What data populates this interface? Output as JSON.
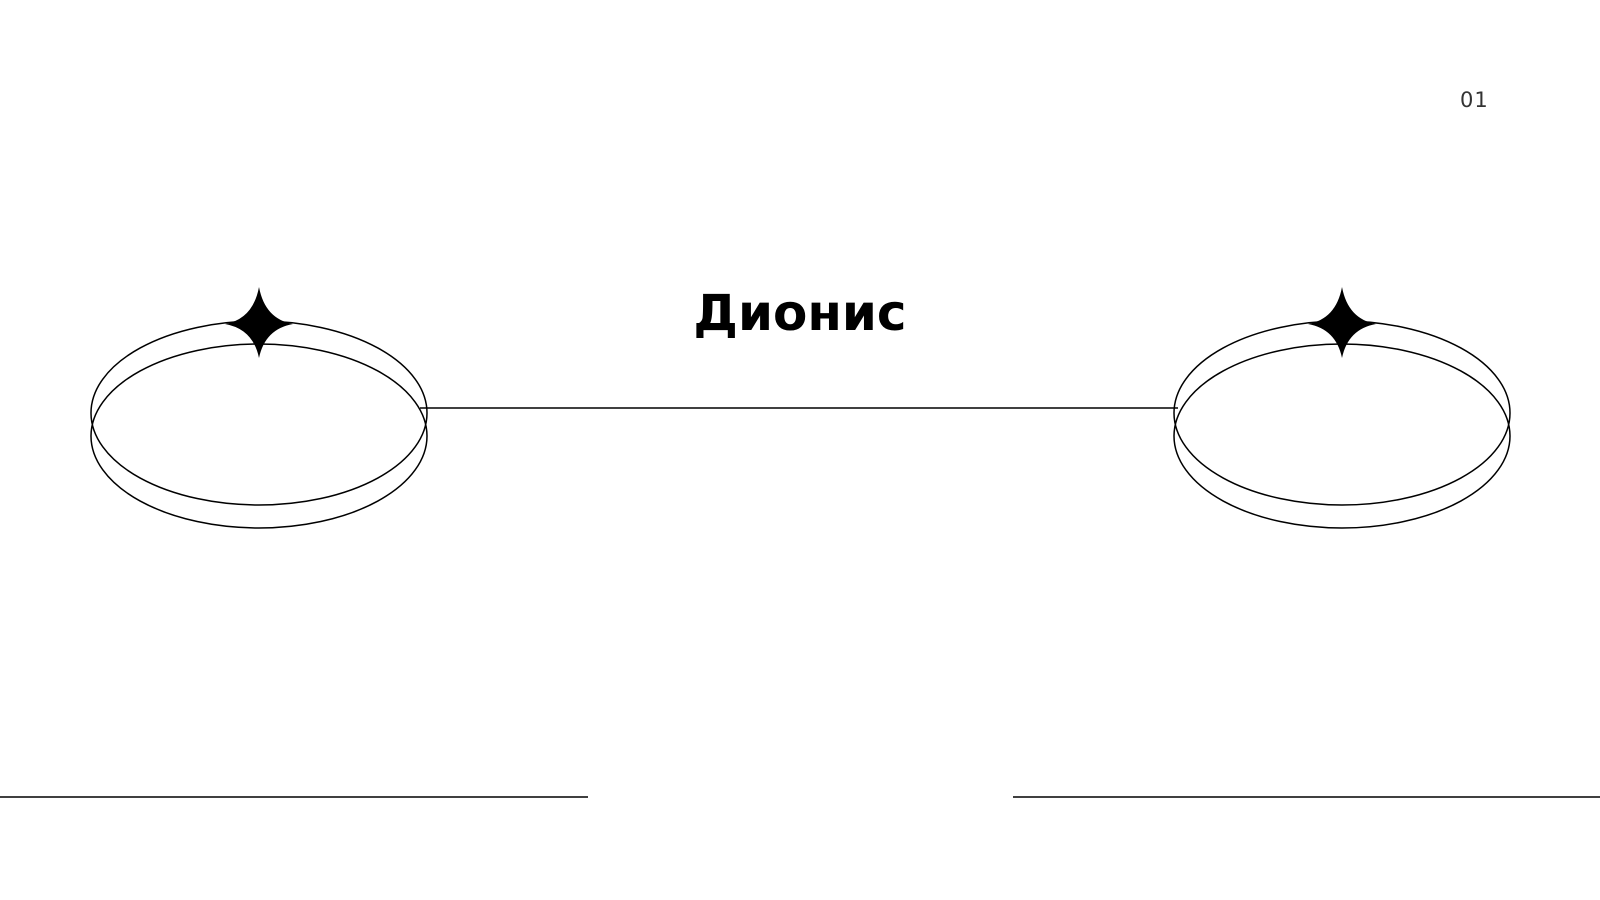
{
  "slide": {
    "title": "Дионис",
    "page_number": "01"
  },
  "colors": {
    "background": "#ffffff",
    "ink": "#000000",
    "page_number": "#333333"
  },
  "decorations": [
    "ring-with-sparkle-left",
    "ring-with-sparkle-right",
    "center-connector-line",
    "bottom-left-rule",
    "bottom-right-rule"
  ]
}
